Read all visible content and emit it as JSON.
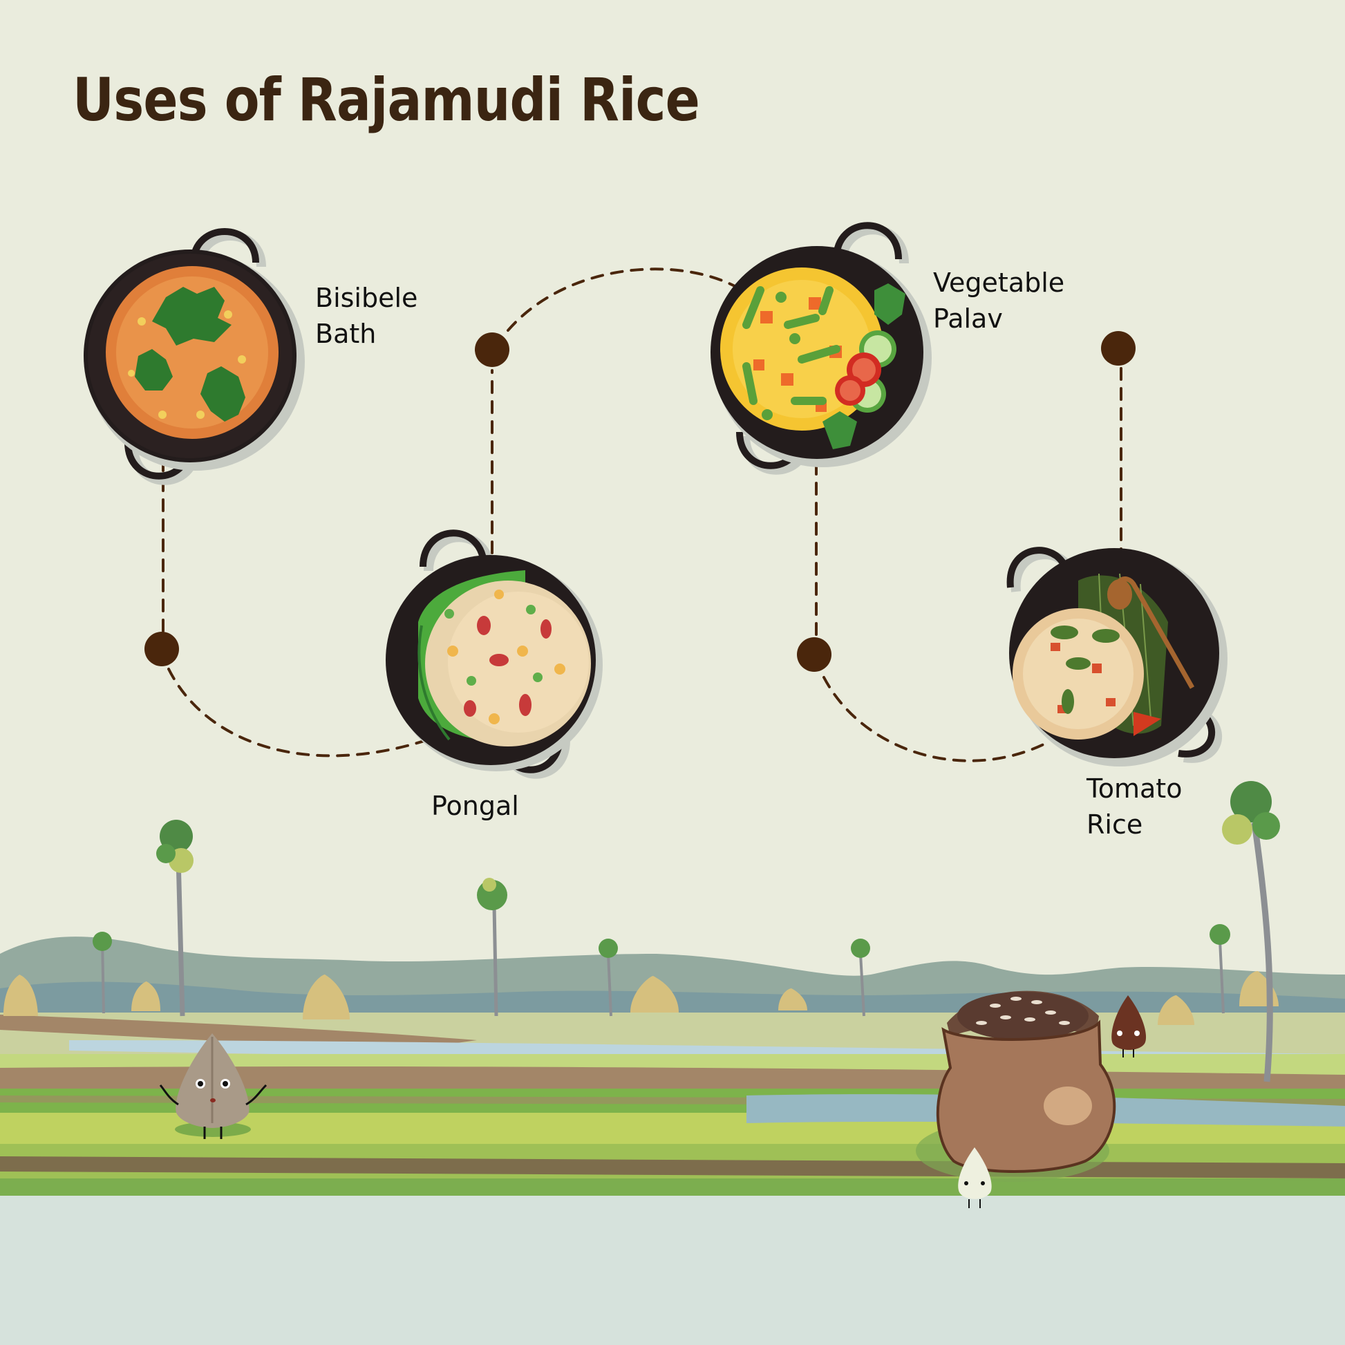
{
  "title": "Uses of Rajamudi Rice",
  "colors": {
    "background": "#eaecdd",
    "title": "#3b2512",
    "connector": "#4a260c",
    "pan": "#231c1c",
    "ground_bottom": "#d6e2dc"
  },
  "dishes": [
    {
      "name": "Bisibele Bath",
      "line1": "Bisibele",
      "line2": "Bath",
      "icon": "bisibele-bath-pan-icon"
    },
    {
      "name": "Pongal",
      "line1": "Pongal",
      "line2": "",
      "icon": "pongal-pan-icon"
    },
    {
      "name": "Vegetable Palav",
      "line1": "Vegetable",
      "line2": "Palav",
      "icon": "vegetable-palav-pan-icon"
    },
    {
      "name": "Tomato Rice",
      "line1": "Tomato",
      "line2": "Rice",
      "icon": "tomato-rice-pan-icon"
    }
  ],
  "scene": {
    "elements": [
      "palm-trees",
      "haystacks",
      "hills",
      "river",
      "rice-fields",
      "rice-sack",
      "rice-grain-characters"
    ]
  }
}
